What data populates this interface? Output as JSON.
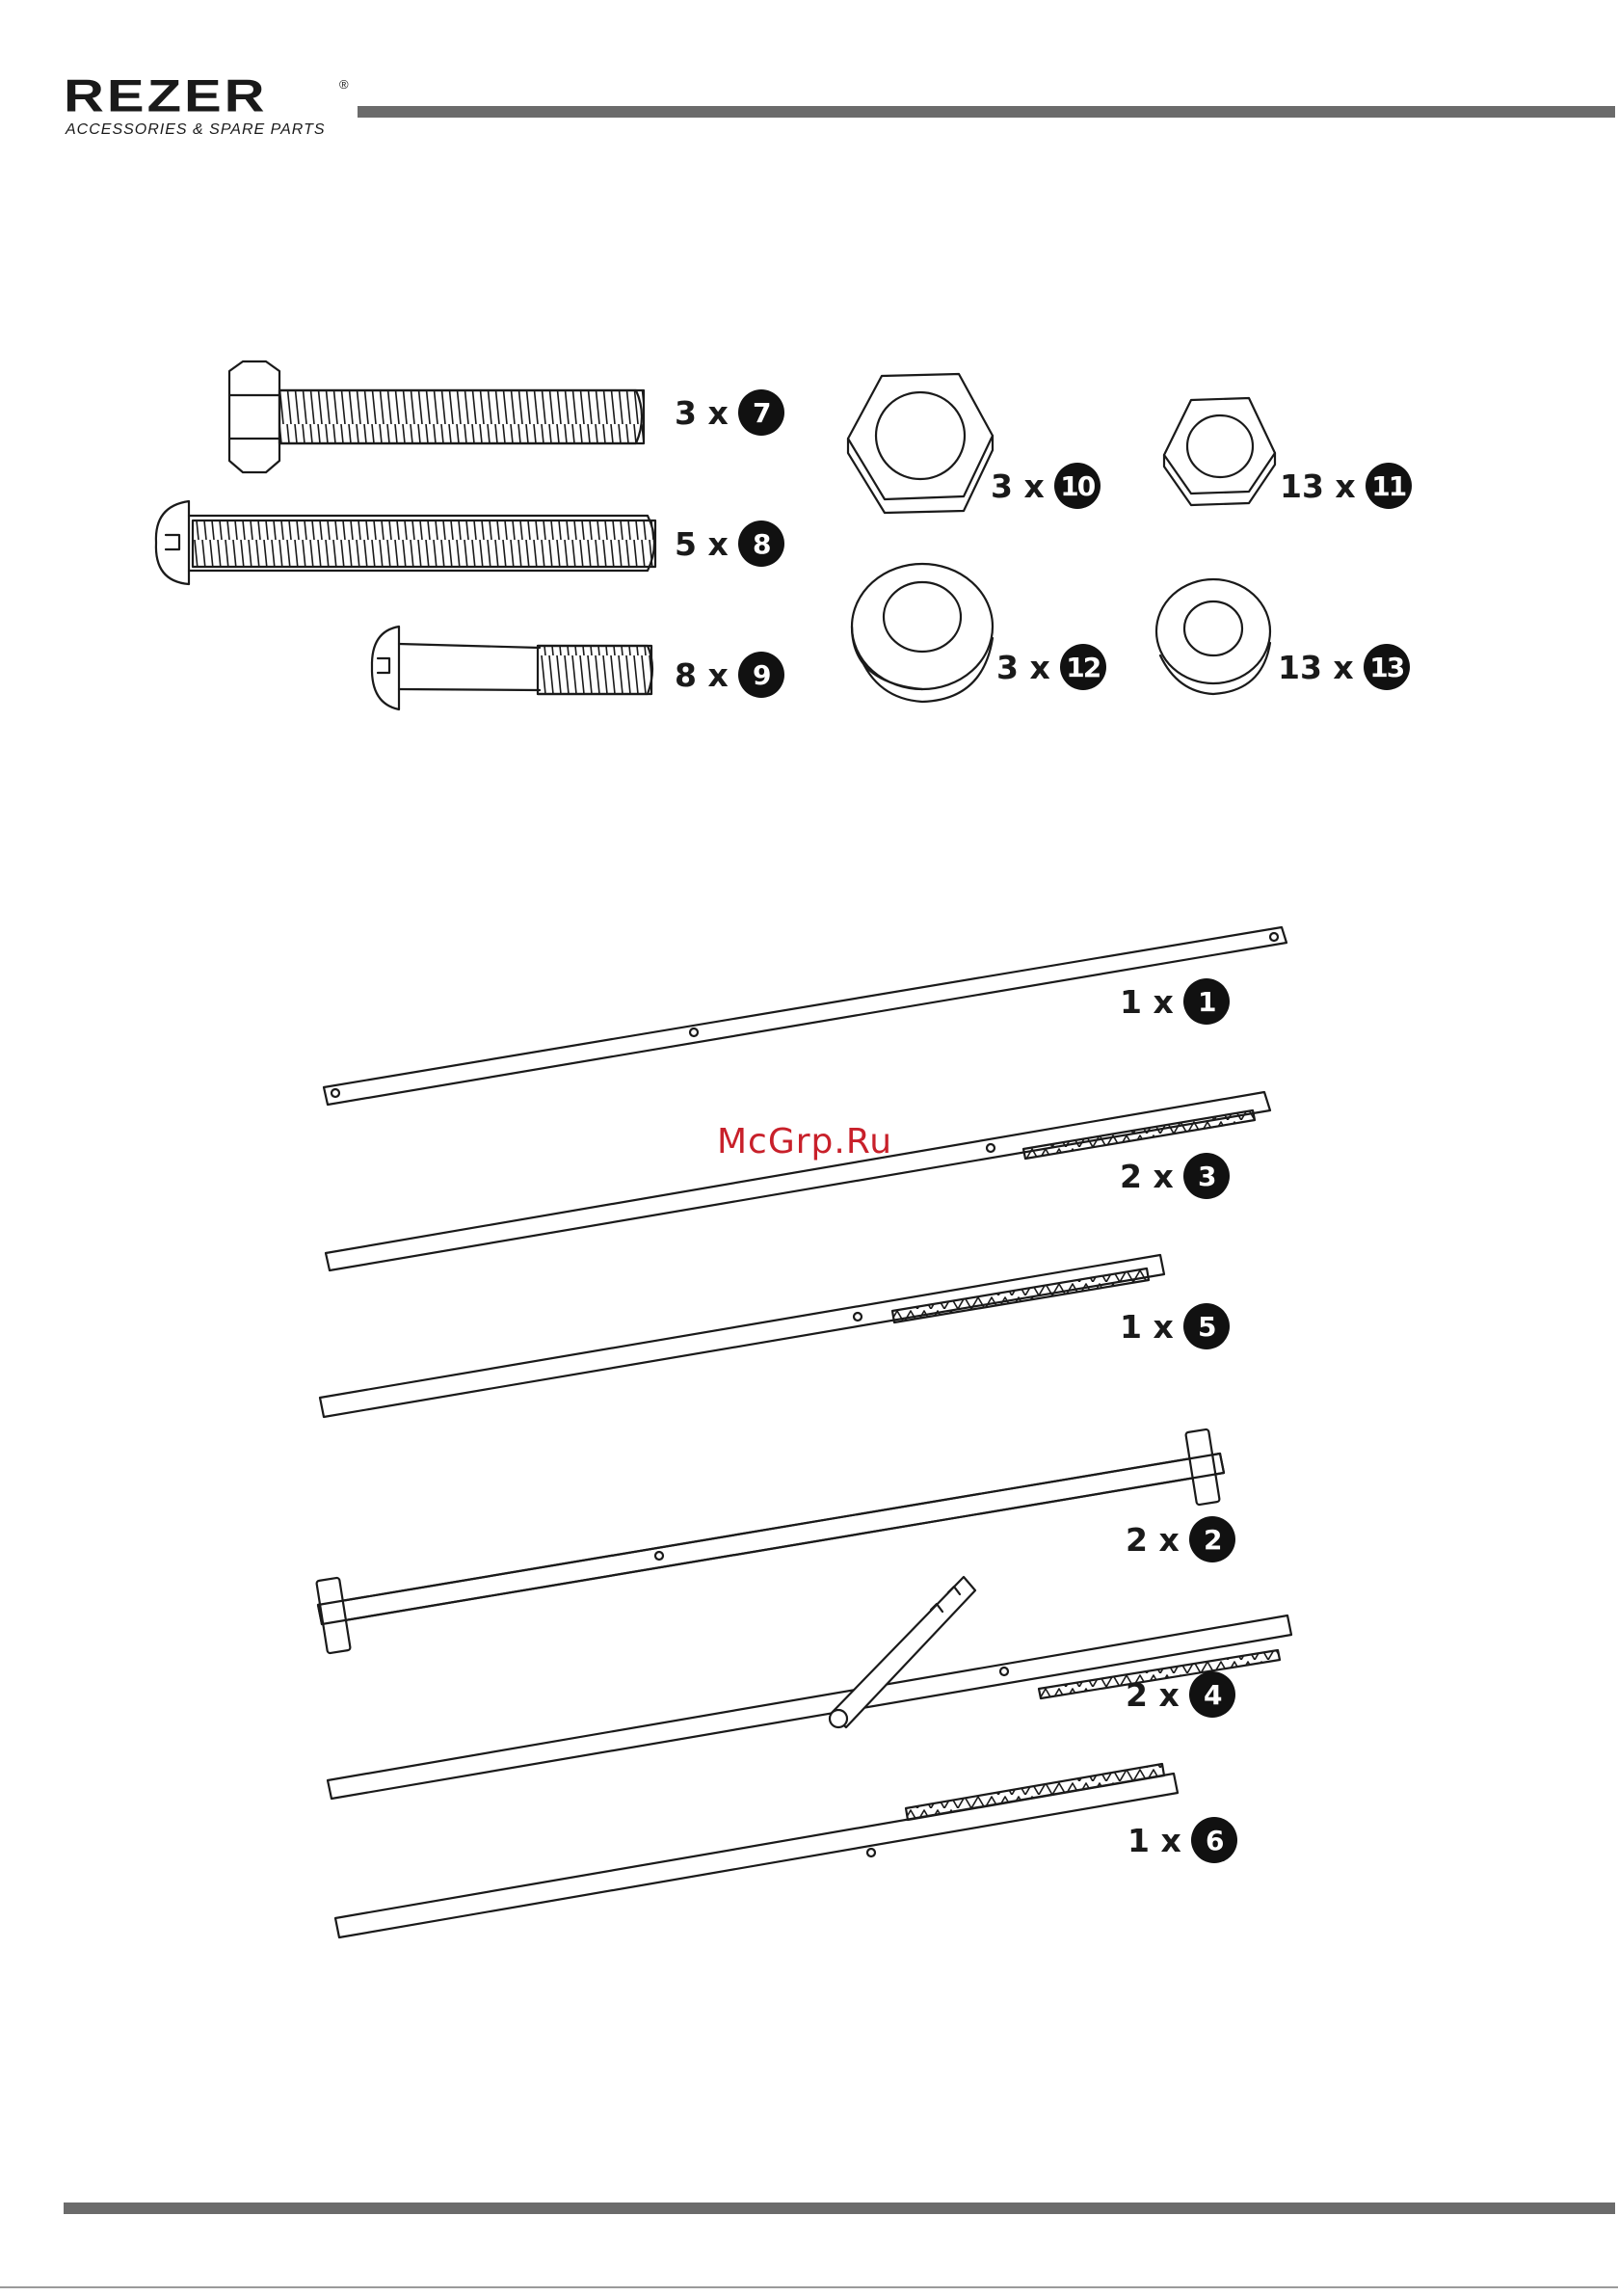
{
  "header": {
    "brand": "REZER",
    "registered_mark": "®",
    "tagline": "ACCESSORIES & SPARE PARTS"
  },
  "watermark": "McGrp.Ru",
  "parts": [
    {
      "id": "part-7",
      "quantity": "3 x",
      "number": "7"
    },
    {
      "id": "part-8",
      "quantity": "5 x",
      "number": "8"
    },
    {
      "id": "part-9",
      "quantity": "8 x",
      "number": "9"
    },
    {
      "id": "part-10",
      "quantity": "3 x",
      "number": "10"
    },
    {
      "id": "part-11",
      "quantity": "13 x",
      "number": "11"
    },
    {
      "id": "part-12",
      "quantity": "3 x",
      "number": "12"
    },
    {
      "id": "part-13",
      "quantity": "13 x",
      "number": "13"
    },
    {
      "id": "part-1",
      "quantity": "1 x",
      "number": "1"
    },
    {
      "id": "part-3",
      "quantity": "2 x",
      "number": "3"
    },
    {
      "id": "part-5",
      "quantity": "1 x",
      "number": "5"
    },
    {
      "id": "part-2",
      "quantity": "2 x",
      "number": "2"
    },
    {
      "id": "part-4",
      "quantity": "2 x",
      "number": "4"
    },
    {
      "id": "part-6",
      "quantity": "1 x",
      "number": "6"
    }
  ],
  "colors": {
    "ink": "#1a1a1a",
    "rule": "#6b6b6b",
    "badge": "#111111",
    "watermark": "#c8202a"
  }
}
